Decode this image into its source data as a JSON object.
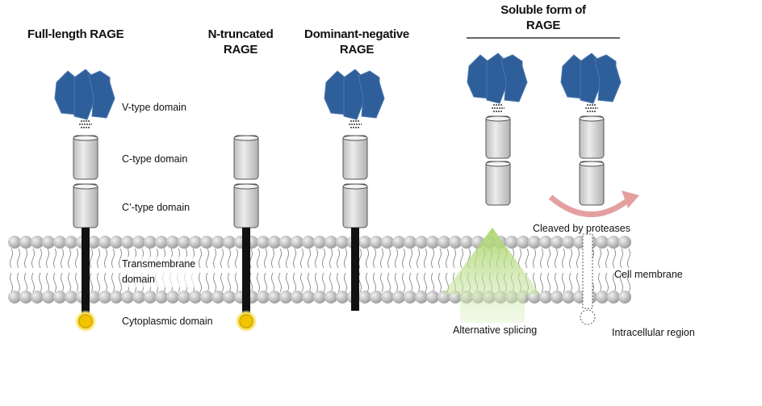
{
  "titles": {
    "full_length": "Full-length RAGE",
    "n_truncated_1": "N-truncated",
    "n_truncated_2": "RAGE",
    "dominant_negative_1": "Dominant-negative",
    "dominant_negative_2": "RAGE",
    "soluble_1": "Soluble form of",
    "soluble_2": "RAGE"
  },
  "labels": {
    "v_domain": "V-type domain",
    "c_domain": "C-type domain",
    "c_prime_domain": "C’-type domain",
    "transmembrane_1": "Transmembrane",
    "transmembrane_2": "domain",
    "cytoplasmic": "Cytoplasmic domain",
    "cleaved": "Cleaved by proteases",
    "cell_membrane": "Cell membrane",
    "alternative_splicing": "Alternative splicing",
    "intracellular": "Intracellular region"
  },
  "colors": {
    "v_domain": "#2f5f9a",
    "cylinder": "#d6d6d6",
    "transmembrane": "#111111",
    "cytoplasmic": "#f2c400",
    "arrow_green": "#b7d98a",
    "arrow_red": "#e4a0a0",
    "lipid_head": "#b8b8b8"
  }
}
